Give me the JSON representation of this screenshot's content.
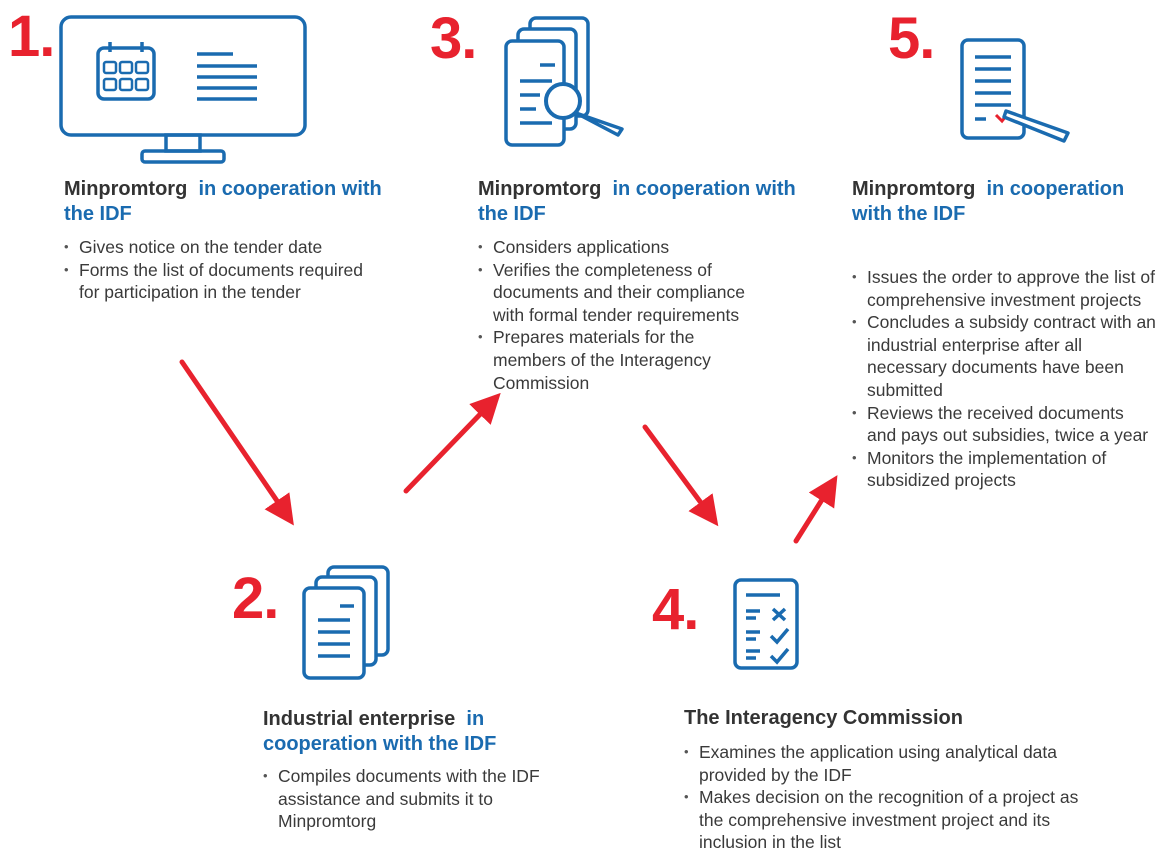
{
  "colors": {
    "accent_blue": "#1a6bb0",
    "arrow_red": "#e8222e",
    "text": "#333333"
  },
  "steps": [
    {
      "number": "1.",
      "icon": "computer-monitor-calendar-icon",
      "heading": "Minpromtorg",
      "heading_accent": "in cooperation with the IDF",
      "bullets": [
        "Gives notice on the tender date",
        "Forms the list of documents required for participation in the tender"
      ]
    },
    {
      "number": "2.",
      "icon": "document-stack-icon",
      "heading": "Industrial enterprise",
      "heading_accent": "in cooperation with the IDF",
      "bullets": [
        "Compiles documents with the IDF assistance and submits it to Minpromtorg"
      ]
    },
    {
      "number": "3.",
      "icon": "document-magnifier-icon",
      "heading": "Minpromtorg",
      "heading_accent": "in cooperation with the IDF",
      "bullets": [
        "Considers applications",
        "Verifies the completeness of documents and their compliance with formal tender requirements",
        "Prepares materials for the members of the Interagency Commission"
      ]
    },
    {
      "number": "4.",
      "icon": "checklist-icon",
      "heading": "The Interagency Commission",
      "heading_accent": "",
      "bullets": [
        "Examines the application using analytical data provided by the IDF",
        "Makes decision on the recognition of a project as the comprehensive investment project and its inclusion in the list"
      ]
    },
    {
      "number": "5.",
      "icon": "document-signing-pen-icon",
      "heading": "Minpromtorg",
      "heading_accent": "in cooperation with the IDF",
      "bullets": [
        "Issues the order to approve the list of comprehensive investment projects",
        "Concludes a subsidy contract with an industrial enterprise after all necessary documents have been submitted",
        "Reviews the received documents and pays out subsidies, twice a year",
        "Monitors the implementation of subsidized projects"
      ]
    }
  ],
  "flow": [
    {
      "from": "1.",
      "to": "2."
    },
    {
      "from": "2.",
      "to": "3."
    },
    {
      "from": "3.",
      "to": "4."
    },
    {
      "from": "4.",
      "to": "5."
    }
  ]
}
